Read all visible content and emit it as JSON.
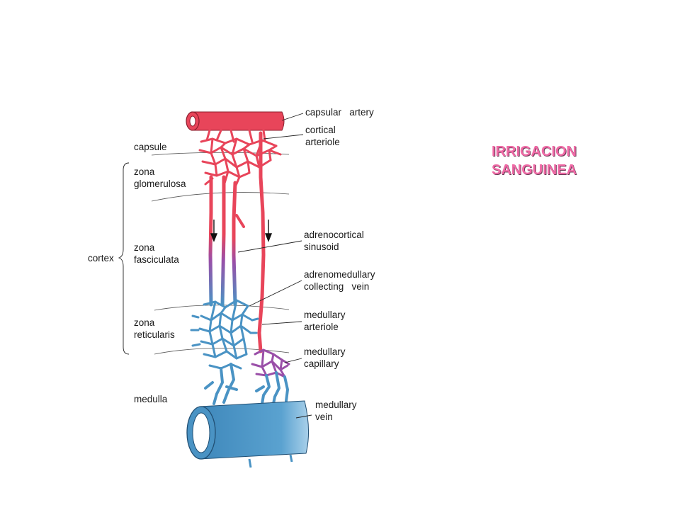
{
  "title": {
    "line1": "IRRIGACION",
    "line2": "SANGUINEA"
  },
  "colors": {
    "artery": "#e8455a",
    "vein": "#4a93c4",
    "capillary": "#9a4fa8",
    "title": "#f06aa6"
  },
  "labels": {
    "capsular_artery": "capsular   artery",
    "cortical_arteriole_1": "cortical",
    "cortical_arteriole_2": "arteriole",
    "capsule": "capsule",
    "zona_glomerulosa_1": "zona",
    "zona_glomerulosa_2": "glomerulosa",
    "cortex": "cortex",
    "zona_fasciculata_1": "zona",
    "zona_fasciculata_2": "fasciculata",
    "adrenocortical_sinusoid_1": "adrenocortical",
    "adrenocortical_sinusoid_2": "sinusoid",
    "adrenomedullary_vein_1": "adrenomedullary",
    "adrenomedullary_vein_2": "collecting   vein",
    "zona_reticularis_1": "zona",
    "zona_reticularis_2": "reticularis",
    "medullary_arteriole_1": "medullary",
    "medullary_arteriole_2": "arteriole",
    "medullary_capillary_1": "medullary",
    "medullary_capillary_2": "capillary",
    "medulla": "medulla",
    "medullary_vein_1": "medullary",
    "medullary_vein_2": "vein"
  }
}
